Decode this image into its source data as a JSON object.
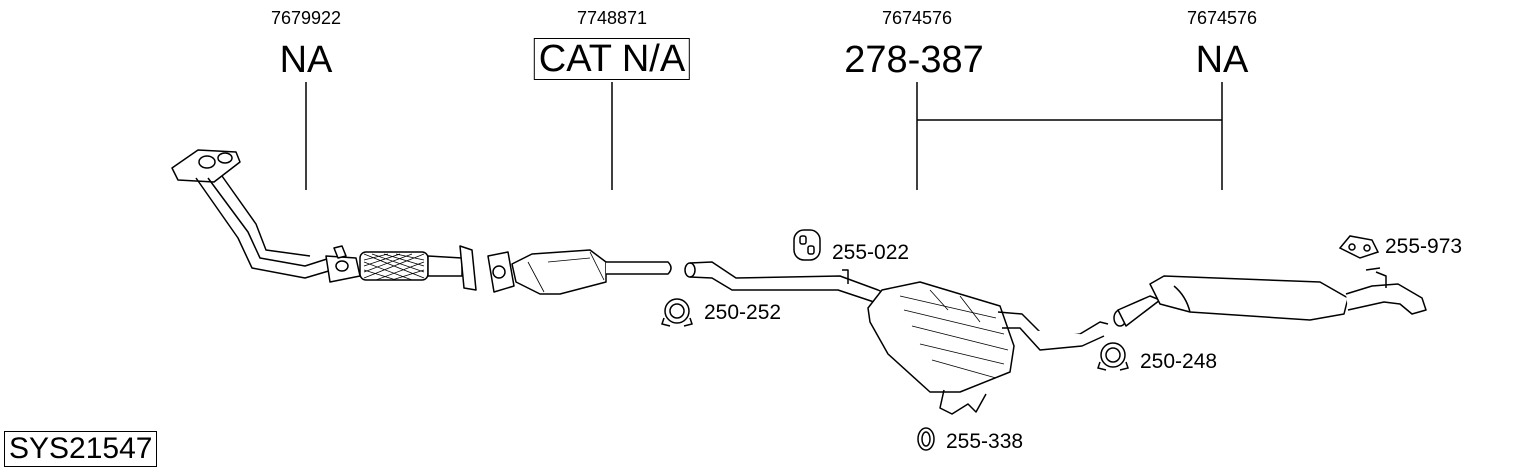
{
  "diagram": {
    "system_code": "SYS21547",
    "columns": [
      {
        "ref": "7679922",
        "label": "NA",
        "boxed": false
      },
      {
        "ref": "7748871",
        "label": "CAT N/A",
        "boxed": true
      },
      {
        "ref": "7674576",
        "label": "278-387",
        "boxed": false
      },
      {
        "ref": "7674576",
        "label": "NA",
        "boxed": false
      }
    ],
    "parts": [
      {
        "code": "255-022"
      },
      {
        "code": "250-252"
      },
      {
        "code": "255-973"
      },
      {
        "code": "250-248"
      },
      {
        "code": "255-338"
      }
    ]
  }
}
